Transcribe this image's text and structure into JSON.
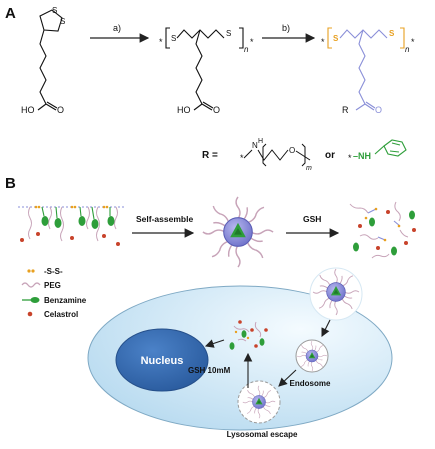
{
  "panels": {
    "a": "A",
    "b": "B"
  },
  "scheme": {
    "step_a": "a)",
    "step_b": "b)",
    "acid": "HO",
    "r_group": "R",
    "poly_sub": "n",
    "r_def": "R =",
    "or": "or",
    "nh_peg": "N",
    "h_peg": "H",
    "o_peg": "O",
    "m_sub": "m",
    "nh_bz": "–NH"
  },
  "process": {
    "self_assemble": "Self-assemble",
    "gsh": "GSH"
  },
  "legend": {
    "items": [
      {
        "label": "-S-S-",
        "icon": "disulfide-icon"
      },
      {
        "label": "PEG",
        "icon": "peg-chain-icon"
      },
      {
        "label": "Benzamine",
        "icon": "benzamine-icon"
      },
      {
        "label": "Celastrol",
        "icon": "celastrol-dot-icon"
      }
    ]
  },
  "cell": {
    "nucleus": "Nucleus",
    "endosome": "Endosome",
    "gsh_conc": "GSH 10mM",
    "escape": "Lysosomal escape"
  },
  "colors": {
    "sulfur": "#e8a020",
    "backbone": "#8a8fd8",
    "peg": "#c7a3b8",
    "benzamine": "#2e9e3a",
    "celastrol": "#c8432b",
    "cell": "#cfe6f5",
    "nucleus": "#3b6eb3"
  }
}
